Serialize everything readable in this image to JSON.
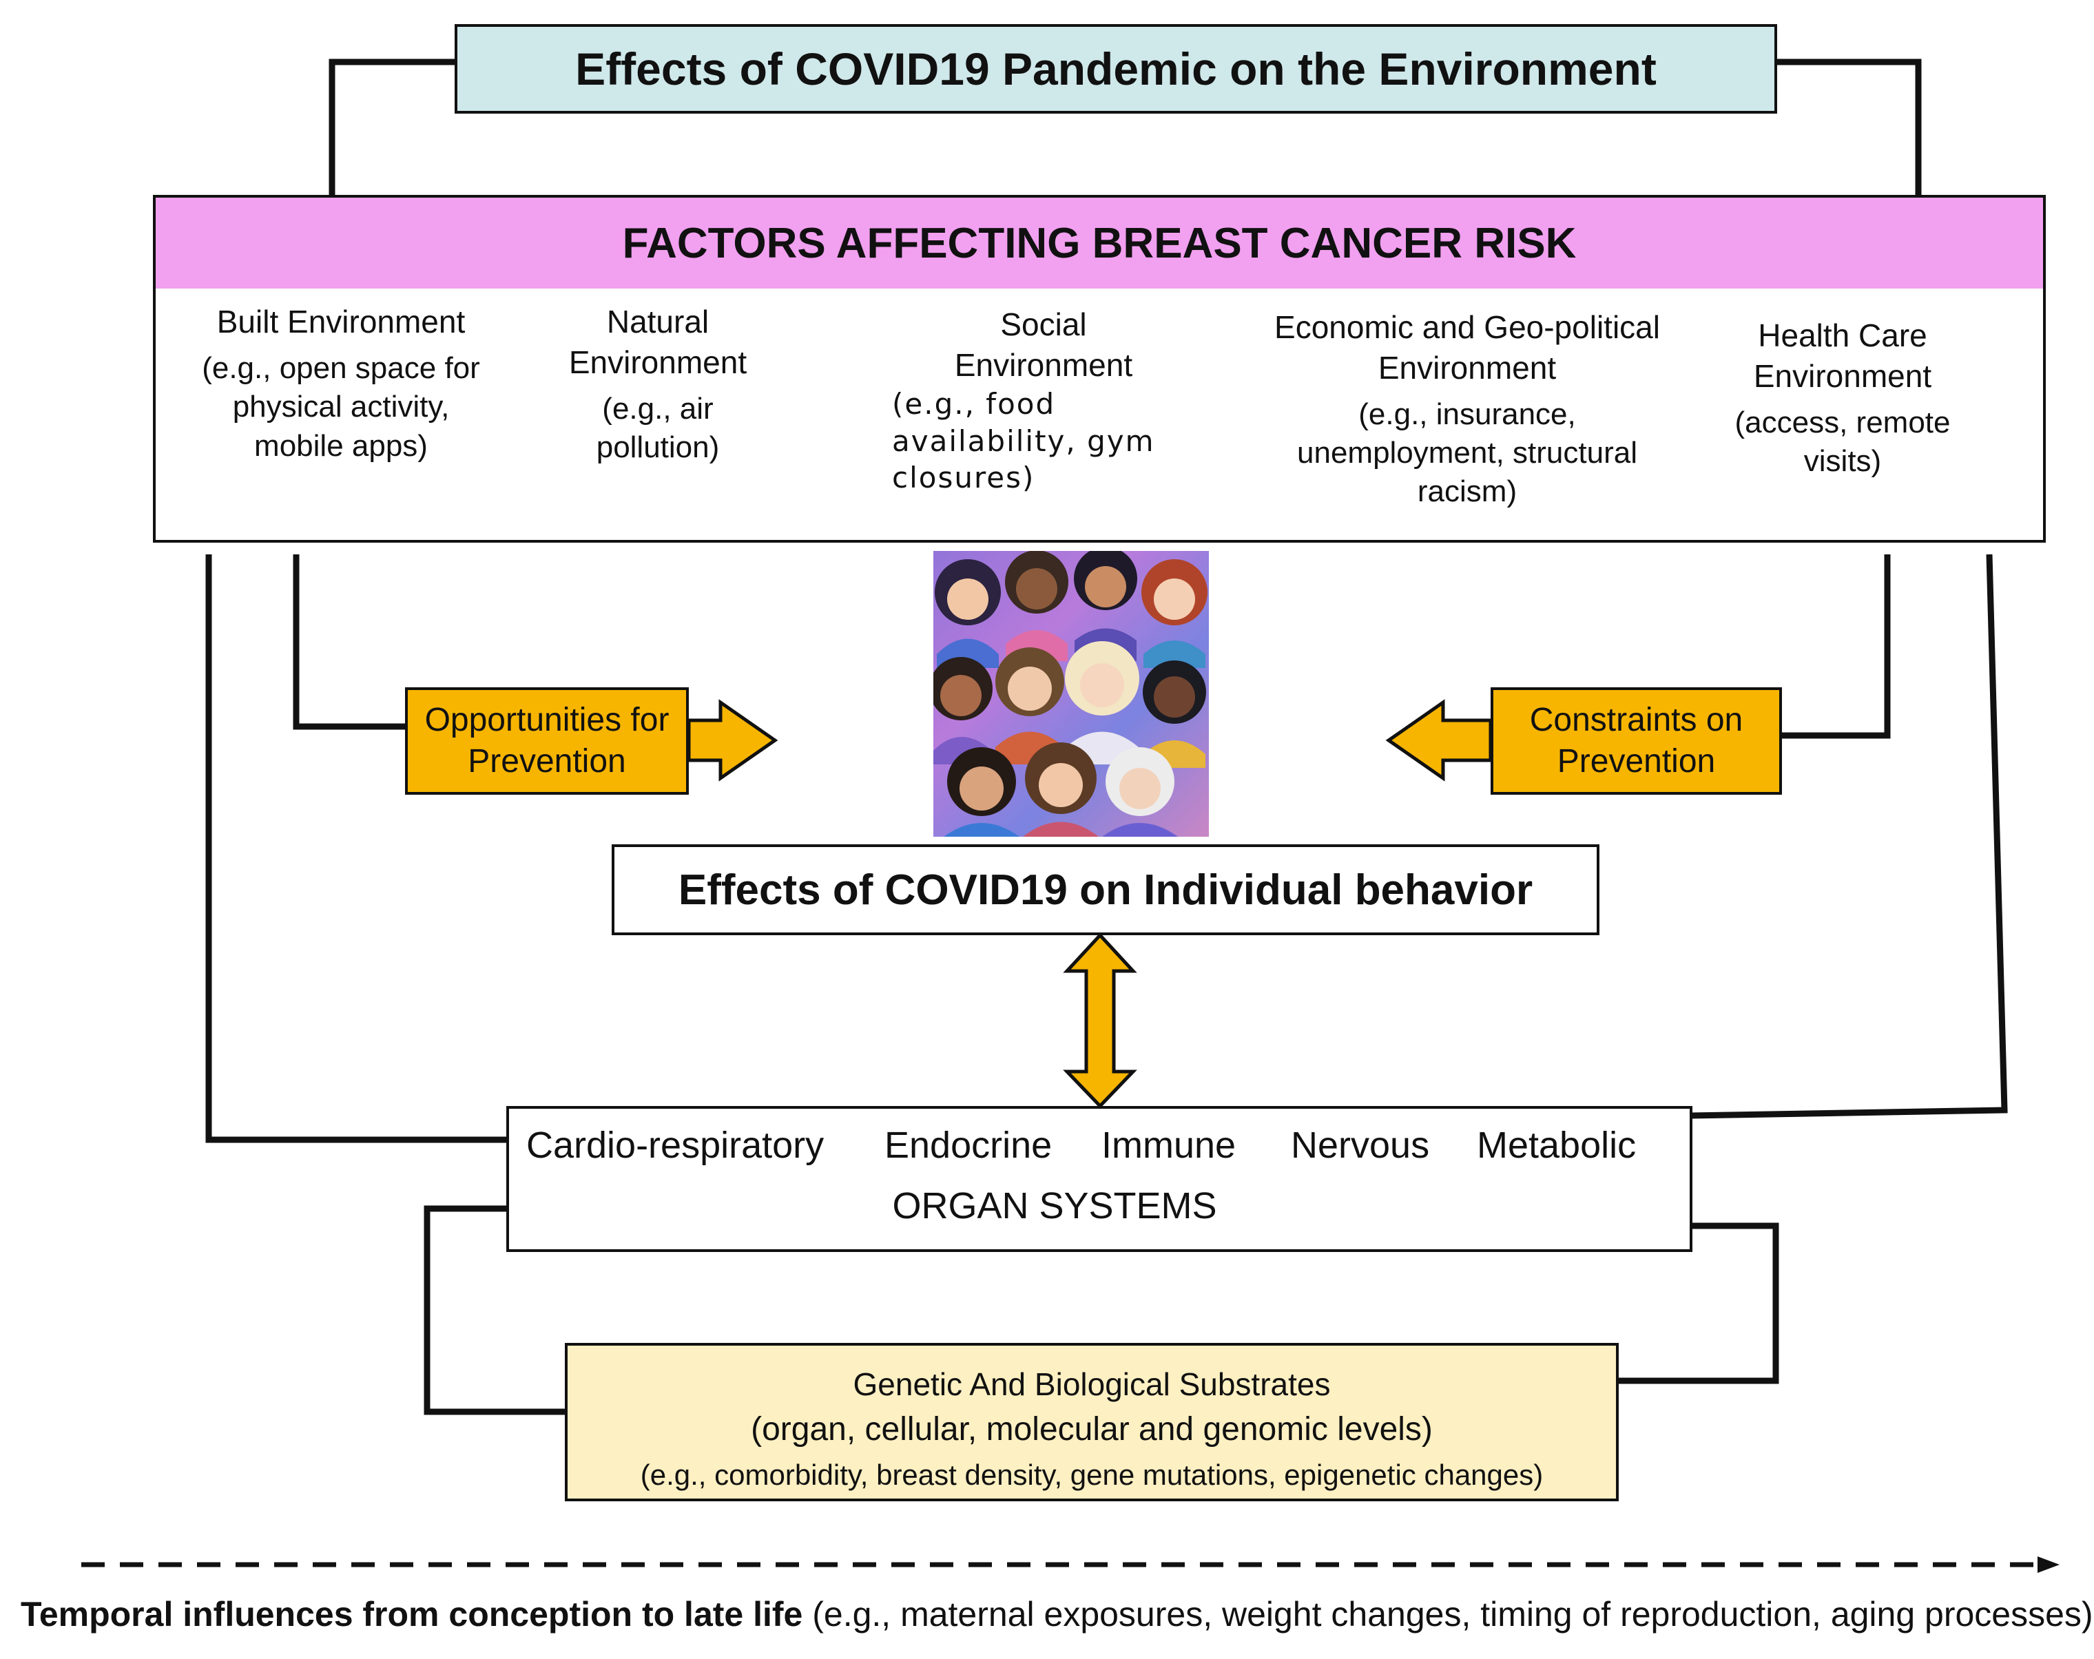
{
  "title": "Effects of COVID19 Pandemic on the Environment",
  "factors": {
    "header": "FACTORS AFFECTING BREAST CANCER RISK",
    "items": [
      {
        "title": "Built Environment",
        "example": "(e.g., open space for physical activity, mobile apps)"
      },
      {
        "title": "Natural Environment",
        "example": "(e.g., air pollution)"
      },
      {
        "title": "Social Environment",
        "example": "(e.g., food availability, gym closures)"
      },
      {
        "title": "Economic and Geo-political Environment",
        "example": "(e.g., insurance, unemployment, structural racism)"
      },
      {
        "title": "Health Care Environment",
        "example": "(access, remote visits)"
      }
    ]
  },
  "opportunities_label": "Opportunities for Prevention",
  "constraints_label": "Constraints on Prevention",
  "individual_behavior": "Effects of COVID19 on Individual behavior",
  "organ_systems": {
    "items": [
      "Cardio-respiratory",
      "Endocrine",
      "Immune",
      "Nervous",
      "Metabolic"
    ],
    "label": "ORGAN SYSTEMS"
  },
  "genetic": {
    "title": "Genetic And Biological Substrates",
    "levels": "(organ, cellular, molecular and genomic levels)",
    "examples": "(e.g., comorbidity, breast density, gene mutations, epigenetic changes)"
  },
  "temporal": {
    "bold": "Temporal influences from conception to late life",
    "rest": " (e.g., maternal exposures, weight changes, timing of reproduction, aging processes)"
  },
  "colors": {
    "title_fill": "#cfe8ea",
    "factors_header_fill": "#f2a0f0",
    "arrow_fill": "#f7b500",
    "genetic_fill": "#fdf0c2"
  }
}
